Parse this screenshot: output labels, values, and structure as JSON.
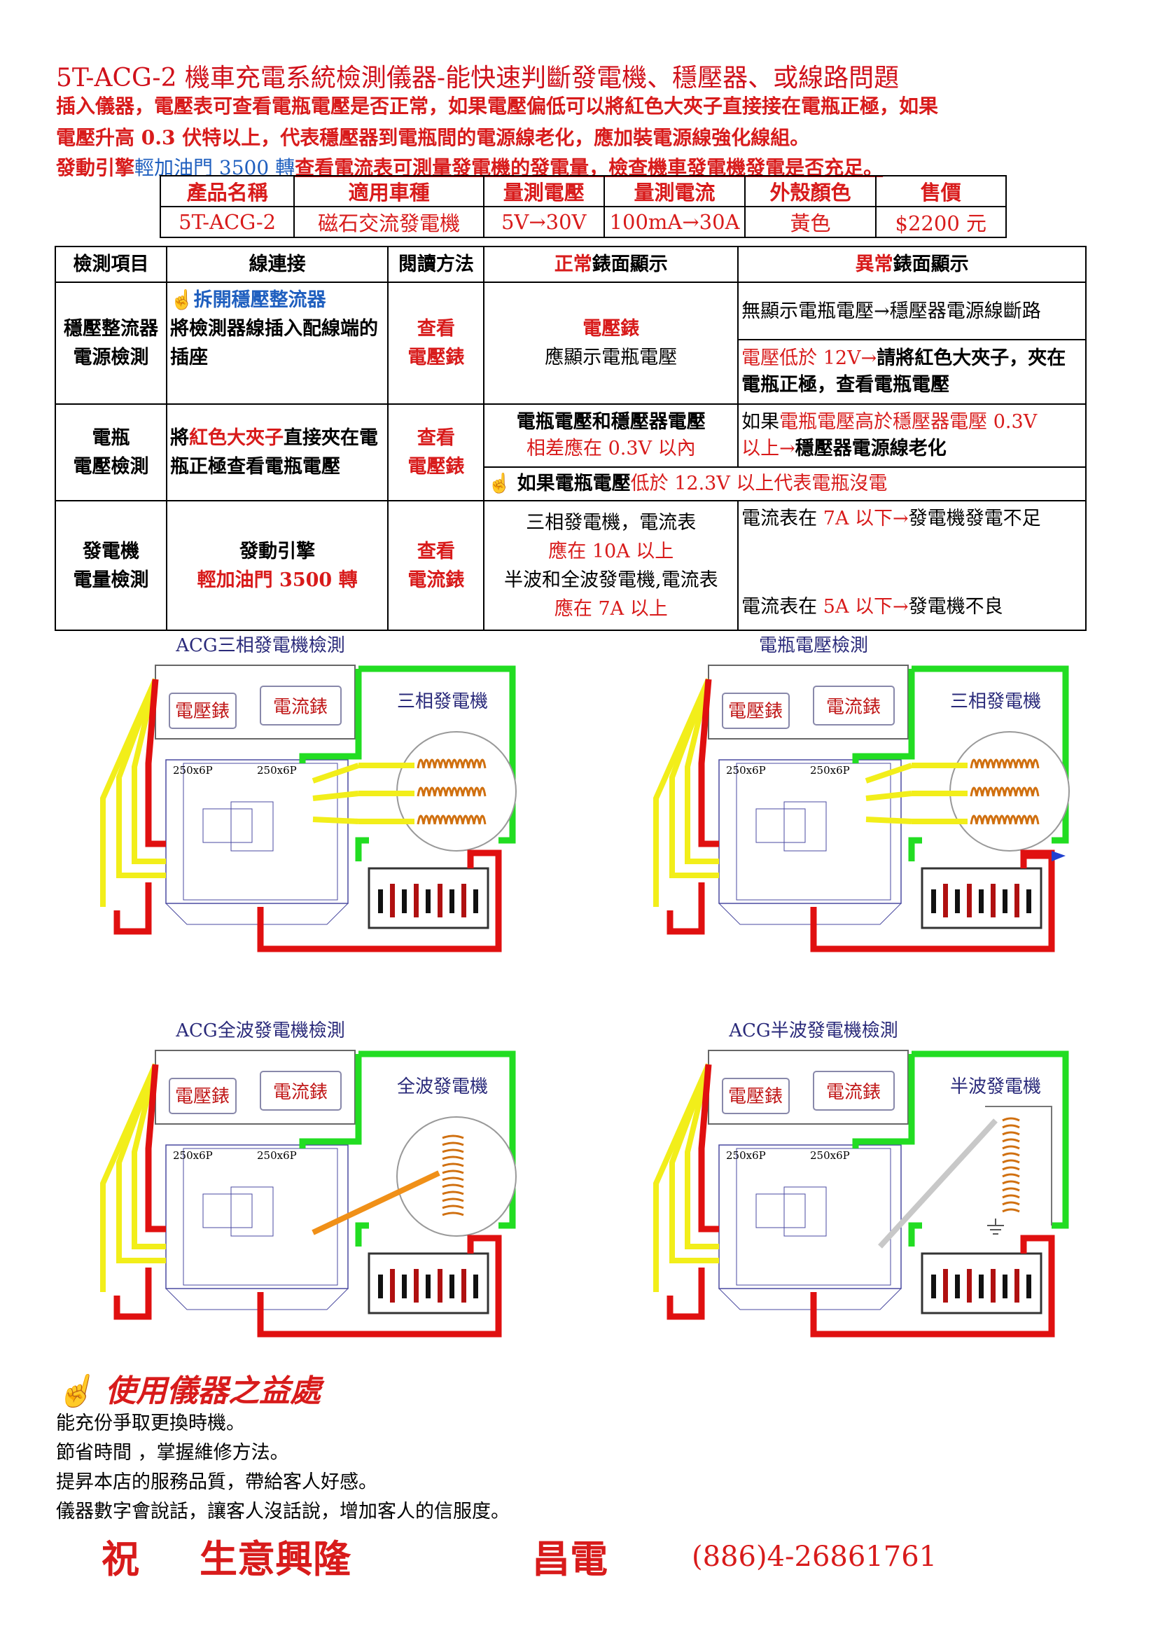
{
  "title": "5T-ACG-2 機車充電系統檢測儀器-能快速判斷發電機、穩壓器、或線路問題",
  "intro": {
    "line1": "插入儀器，電壓表可查看電瓶電壓是否正常，如果電壓偏低可以將紅色大夾子直接接在電瓶正極，如果",
    "line2": "電壓升高 0.3 伏特以上，代表穩壓器到電瓶間的電源線老化，應加裝電源線強化線組。",
    "line3_a": "發動引擎",
    "line3_b": "輕加油門 3500 轉",
    "line3_c": "查看電流表可測量發電機的發電量，檢查機車發電機發電是否充足。"
  },
  "spec": {
    "headers": [
      "產品名稱",
      "適用車種",
      "量測電壓",
      "量測電流",
      "外殼顏色",
      "售價"
    ],
    "values": [
      "5T-ACG-2",
      "磁石交流發電機",
      "5V→30V",
      "100mA→30A",
      "黃色",
      "$2200 元"
    ]
  },
  "table": {
    "headers": [
      "檢測項目",
      "線連接",
      "閱讀方法",
      "正常",
      "錶面顯示",
      "異常",
      "錶面顯示"
    ],
    "r1": {
      "item_a": "穩壓整流器",
      "item_b": "電源檢測",
      "conn_a": "拆開穩壓整流器",
      "conn_b": "將檢測器線插入配線端的插座",
      "read_a": "查看",
      "read_b": "電壓錶",
      "normal_a": "電壓錶",
      "normal_b": "應顯示電瓶電壓",
      "abn1": "無顯示電瓶電壓→穩壓器電源線斷路",
      "abn2_a": "電壓低於 12V→",
      "abn2_b": "請將紅色大夾子，夾在電瓶正極，查看電瓶電壓"
    },
    "r2": {
      "item_a": "電瓶",
      "item_b": "電壓檢測",
      "conn_a": "將",
      "conn_b": "紅色大夾子",
      "conn_c": "直接夾在電瓶正極查看電瓶電壓",
      "read_a": "查看",
      "read_b": "電壓錶",
      "normal_a": "電瓶電壓和穩壓器電壓",
      "normal_b": "相差應在 0.3V 以內",
      "abn_a": "如果",
      "abn_b": "電瓶電壓高於穩壓器電壓 0.3V",
      "abn_c": "以上→",
      "abn_d": "穩壓器電源線老化",
      "note_a": "如果電瓶電壓",
      "note_b": "低於 12.3V 以上代表電瓶沒電"
    },
    "r3": {
      "item_a": "發電機",
      "item_b": "電量檢測",
      "conn_a": "發動引擎",
      "conn_b": "輕加油門 3500 轉",
      "read_a": "查看",
      "read_b": "電流錶",
      "normal_a": "三相發電機，電流表",
      "normal_b": "應在 10A 以上",
      "normal_c": "半波和全波發電機,電流表",
      "normal_d": "應在 7A 以上",
      "abn1_a": "電流表在 ",
      "abn1_b": "7A 以下→",
      "abn1_c": "發電機發電不足",
      "abn2_a": "電流表在 ",
      "abn2_b": "5A 以下→",
      "abn2_c": "發電機不良"
    }
  },
  "diagrams": [
    {
      "title": "ACG三相發電機檢測",
      "voltmeter": "電壓錶",
      "ammeter": "電流錶",
      "generator": "三相發電機",
      "conn_a": "250x6P",
      "conn_b": "250x6P"
    },
    {
      "title": "電瓶電壓檢測",
      "voltmeter": "電壓錶",
      "ammeter": "電流錶",
      "generator": "三相發電機",
      "conn_a": "250x6P",
      "conn_b": "250x6P"
    },
    {
      "title": "ACG全波發電機檢測",
      "voltmeter": "電壓錶",
      "ammeter": "電流錶",
      "generator": "全波發電機",
      "conn_a": "250x6P",
      "conn_b": "250x6P"
    },
    {
      "title": "ACG半波發電機檢測",
      "voltmeter": "電壓錶",
      "ammeter": "電流錶",
      "generator": "半波發電機",
      "conn_a": "250x6P",
      "conn_b": "250x6P"
    }
  ],
  "benefits": {
    "heading": "使用儀器之益處",
    "items": [
      "能充份爭取更換時機。",
      "節省時間 ，掌握維修方法。",
      "提昇本店的服務品質，帶給客人好感。",
      "儀器數字會說話，讓客人沒話說，增加客人的信服度。"
    ]
  },
  "footer": {
    "wish_a": "祝",
    "wish_b": "生意興隆",
    "company": "昌電",
    "phone": "(886)4-26861761"
  },
  "colors": {
    "red": "#d81b1b",
    "blue": "#1f5fbf",
    "wire_green": "#22dd22",
    "wire_yellow": "#f2ee1a",
    "wire_red": "#e01010"
  }
}
